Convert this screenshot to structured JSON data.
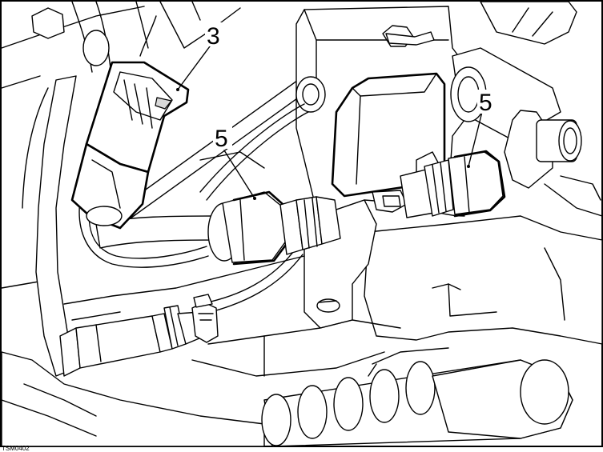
{
  "figure": {
    "reference_code": "TSM0402",
    "colors": {
      "line": "#000000",
      "fill": "#ffffff",
      "shade": "#d9d9d9"
    },
    "callouts": [
      {
        "id": "connector",
        "label": "3"
      },
      {
        "id": "fitting-left",
        "label": "5"
      },
      {
        "id": "fitting-right",
        "label": "5"
      }
    ]
  }
}
